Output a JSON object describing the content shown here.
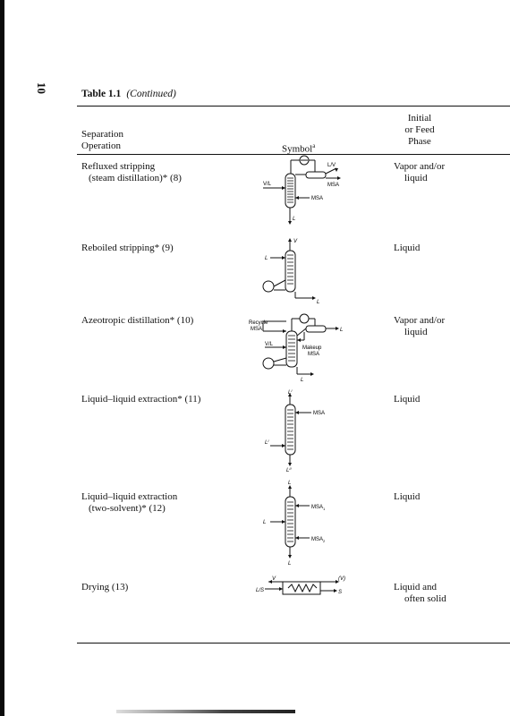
{
  "page_number": "10",
  "table": {
    "label": "Table 1.1",
    "continued": "(Continued)",
    "headers": {
      "operation_line1": "Separation",
      "operation_line2": "Operation",
      "symbol": "Symbol",
      "symbol_note": "a",
      "phase_line1": "Initial",
      "phase_line2": "or Feed",
      "phase_line3": "Phase"
    },
    "rows": [
      {
        "operation_line1": "Refluxed stripping",
        "operation_line2": "(steam distillation)* (8)",
        "phase_line1": "Vapor and/or",
        "phase_line2": "liquid",
        "labels": {
          "lv": "L/V",
          "vl": "V/L",
          "msa1": "MSA",
          "msa2": "MSA",
          "l": "L"
        }
      },
      {
        "operation_line1": "Reboiled stripping* (9)",
        "operation_line2": "",
        "phase_line1": "Liquid",
        "phase_line2": "",
        "labels": {
          "v": "V",
          "l_in": "L",
          "l_out": "L"
        }
      },
      {
        "operation_line1": "Azeotropic distillation* (10)",
        "operation_line2": "",
        "phase_line1": "Vapor and/or",
        "phase_line2": "liquid",
        "labels": {
          "recycle1": "Recycle",
          "recycle2": "MSA",
          "vl": "V/L",
          "l_top": "L",
          "makeup1": "Makeup",
          "makeup2": "MSA",
          "l_bot": "L"
        }
      },
      {
        "operation_line1": "Liquid–liquid extraction* (11)",
        "operation_line2": "",
        "phase_line1": "Liquid",
        "phase_line2": "",
        "labels": {
          "l_top": "L",
          "l_top_sup": "I",
          "msa": "MSA",
          "l_in": "L",
          "l_in_sup": "I",
          "l_bot": "L",
          "l_bot_sup": "II"
        }
      },
      {
        "operation_line1": "Liquid–liquid extraction",
        "operation_line2": "(two-solvent)* (12)",
        "phase_line1": "Liquid",
        "phase_line2": "",
        "labels": {
          "l_top": "L",
          "msa1": "MSA",
          "msa1_sub": "1",
          "l_in": "L",
          "msa2": "MSA",
          "msa2_sub": "2",
          "l_bot": "L"
        }
      },
      {
        "operation_line1": "Drying (13)",
        "operation_line2": "",
        "phase_line1": "Liquid and",
        "phase_line2": "often solid",
        "labels": {
          "v": "V",
          "ls": "L/S",
          "vout": "(V)",
          "s": "S"
        }
      }
    ]
  }
}
